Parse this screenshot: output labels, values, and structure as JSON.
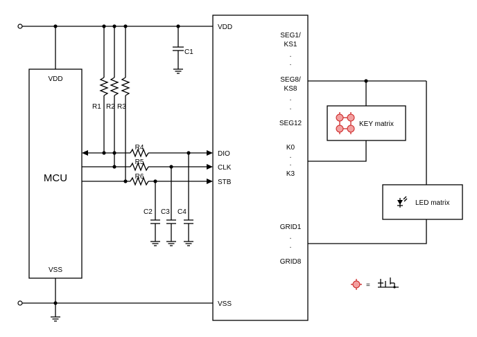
{
  "colors": {
    "line": "#000000",
    "key_red": "#cc2222",
    "key_pink": "#f2a0a0"
  },
  "mcu": {
    "title": "MCU",
    "vdd": "VDD",
    "vss": "VSS"
  },
  "resistors": {
    "r1": "R1",
    "r2": "R2",
    "r3": "R3",
    "r4": "R4",
    "r5": "R5",
    "r6": "R6"
  },
  "capacitors": {
    "c1": "C1",
    "c2": "C2",
    "c3": "C3",
    "c4": "C4"
  },
  "ic": {
    "vdd": "VDD",
    "dio": "DIO",
    "clk": "CLK",
    "stb": "STB",
    "vss": "VSS",
    "seg1": "SEG1/",
    "ks1": "KS1",
    "seg8": "SEG8/",
    "ks8": "KS8",
    "seg12": "SEG12",
    "k0": "K0",
    "k3": "K3",
    "grid1": "GRID1",
    "grid8": "GRID8",
    "dot": "."
  },
  "key_matrix": {
    "label": "KEY matrix"
  },
  "led_matrix": {
    "label": "LED matrix"
  },
  "legend": {
    "equals": "="
  },
  "icons": [
    "resistor-icon",
    "capacitor-icon",
    "ground-icon",
    "terminal-icon",
    "key-symbol-icon",
    "led-icon",
    "switch-icon"
  ]
}
